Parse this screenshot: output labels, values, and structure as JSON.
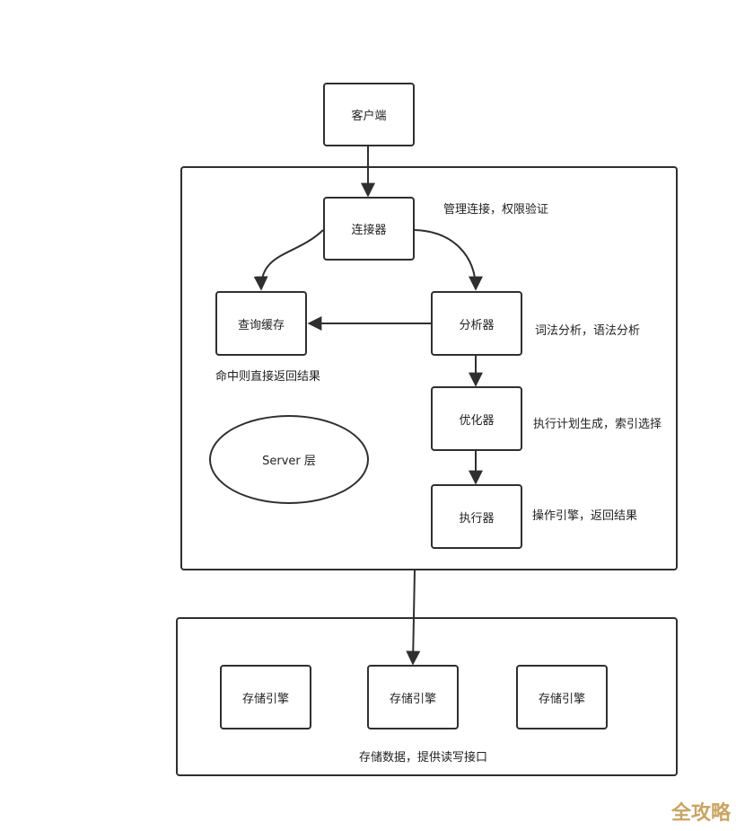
{
  "nodes": {
    "client": "客户端",
    "connector": "连接器",
    "query_cache": "查询缓存",
    "analyzer": "分析器",
    "optimizer": "优化器",
    "executor": "执行器",
    "server_layer": "Server 层",
    "storage_engine_1": "存储引擎",
    "storage_engine_2": "存储引擎",
    "storage_engine_3": "存储引擎"
  },
  "notes": {
    "connector_note": "管理连接，权限验证",
    "cache_note": "命中则直接返回结果",
    "analyzer_note": "词法分析，语法分析",
    "optimizer_note": "执行计划生成，索引选择",
    "executor_note": "操作引擎，返回结果",
    "storage_note": "存储数据，提供读写接口"
  },
  "watermark": "全攻略",
  "colors": {
    "stroke": "#2f2f2f",
    "watermark": "#c9a464"
  }
}
